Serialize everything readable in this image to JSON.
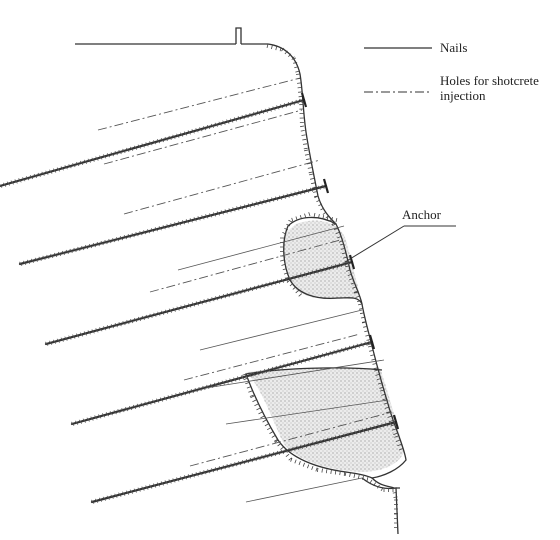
{
  "legend": {
    "nails_label": "Nails",
    "holes_label_line1": "Holes for shotcrete",
    "holes_label_line2": "injection"
  },
  "annotations": {
    "anchor_label": "Anchor"
  },
  "colors": {
    "line": "#333333",
    "background": "#ffffff",
    "shotcrete_fill": "#d8d8d8"
  }
}
